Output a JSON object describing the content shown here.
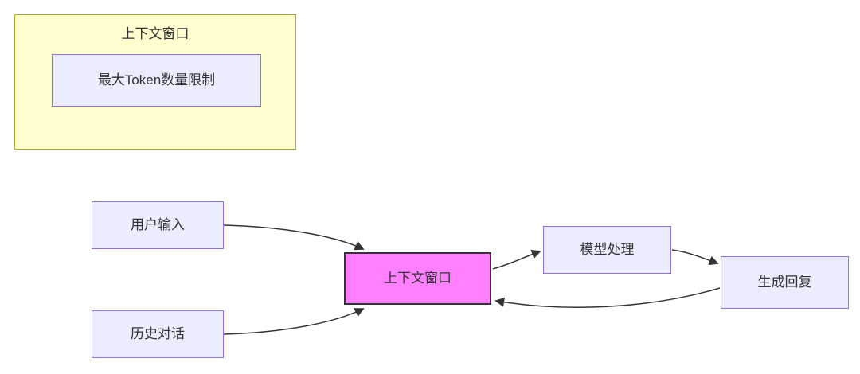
{
  "diagram": {
    "type": "flowchart",
    "subgraph": {
      "title": "上下文窗口",
      "node": {
        "label": "最大Token数量限制"
      }
    },
    "nodes": {
      "user_input": {
        "label": "用户输入"
      },
      "history_dialogue": {
        "label": "历史对话"
      },
      "context_window": {
        "label": "上下文窗口"
      },
      "model_processing": {
        "label": "模型处理"
      },
      "generate_reply": {
        "label": "生成回复"
      }
    },
    "edges": [
      {
        "from": "user_input",
        "to": "context_window"
      },
      {
        "from": "history_dialogue",
        "to": "context_window"
      },
      {
        "from": "context_window",
        "to": "model_processing"
      },
      {
        "from": "model_processing",
        "to": "generate_reply"
      },
      {
        "from": "generate_reply",
        "to": "context_window"
      }
    ],
    "colors": {
      "background": "#ffffff",
      "subgraph_bg": "#fdfdcf",
      "subgraph_border": "#aaaa33",
      "node_bg": "#ececff",
      "node_border": "#9370db",
      "highlight_bg": "#ff80ff",
      "highlight_border": "#333333",
      "arrow": "#333333",
      "text": "#333333"
    }
  }
}
